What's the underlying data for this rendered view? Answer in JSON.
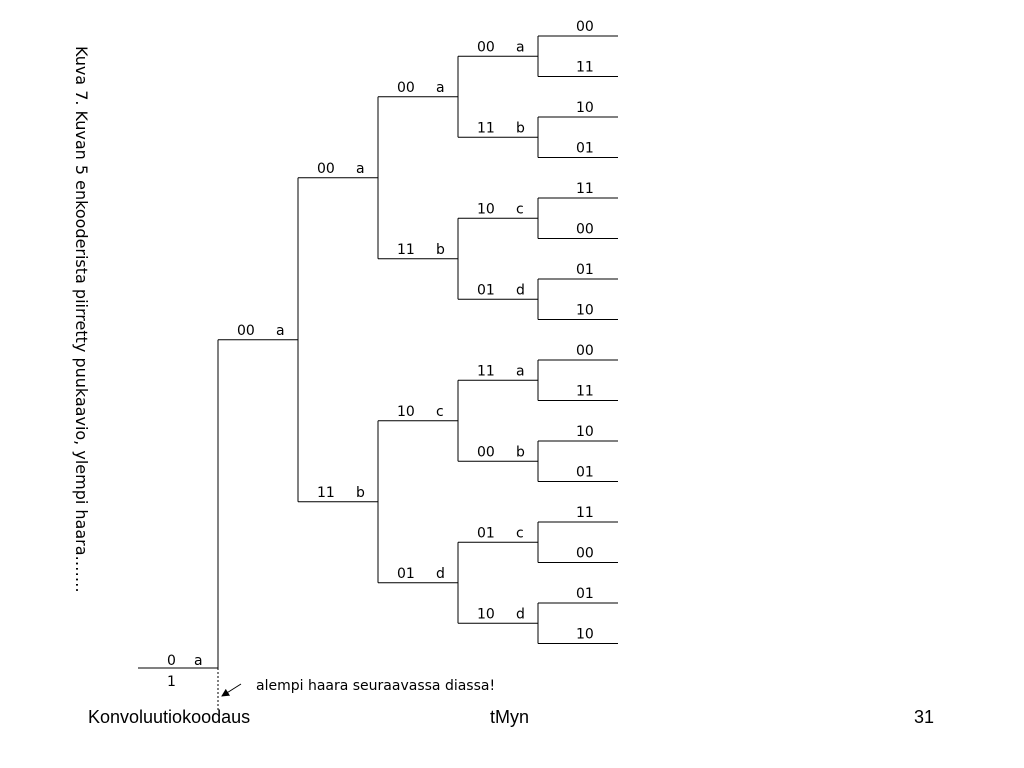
{
  "caption": "Kuva 7. Kuvan 5 enkooderista piirretty puukaavio, ylempi haara…….",
  "note": "alempi haara seuraavassa diassa!",
  "footer": {
    "left": "Konvoluutiokoodaus",
    "center": "tMyn",
    "page": "31"
  },
  "root": {
    "upper_output": "0",
    "upper_state": "a",
    "lower_output": "1"
  },
  "tree": {
    "out": "00",
    "state": "a",
    "children": [
      {
        "out": "00",
        "state": "a",
        "children": [
          {
            "out": "00",
            "state": "a",
            "children": [
              {
                "out": "00",
                "state": "a",
                "leaves": [
                  "00",
                  "11"
                ]
              },
              {
                "out": "11",
                "state": "b",
                "leaves": [
                  "10",
                  "01"
                ]
              }
            ]
          },
          {
            "out": "11",
            "state": "b",
            "children": [
              {
                "out": "10",
                "state": "c",
                "leaves": [
                  "11",
                  "00"
                ]
              },
              {
                "out": "01",
                "state": "d",
                "leaves": [
                  "01",
                  "10"
                ]
              }
            ]
          }
        ]
      },
      {
        "out": "11",
        "state": "b",
        "children": [
          {
            "out": "10",
            "state": "c",
            "children": [
              {
                "out": "11",
                "state": "a",
                "leaves": [
                  "00",
                  "11"
                ]
              },
              {
                "out": "00",
                "state": "b",
                "leaves": [
                  "10",
                  "01"
                ]
              }
            ]
          },
          {
            "out": "01",
            "state": "d",
            "children": [
              {
                "out": "01",
                "state": "c",
                "leaves": [
                  "11",
                  "00"
                ]
              },
              {
                "out": "10",
                "state": "d",
                "leaves": [
                  "01",
                  "10"
                ]
              }
            ]
          }
        ]
      }
    ]
  }
}
